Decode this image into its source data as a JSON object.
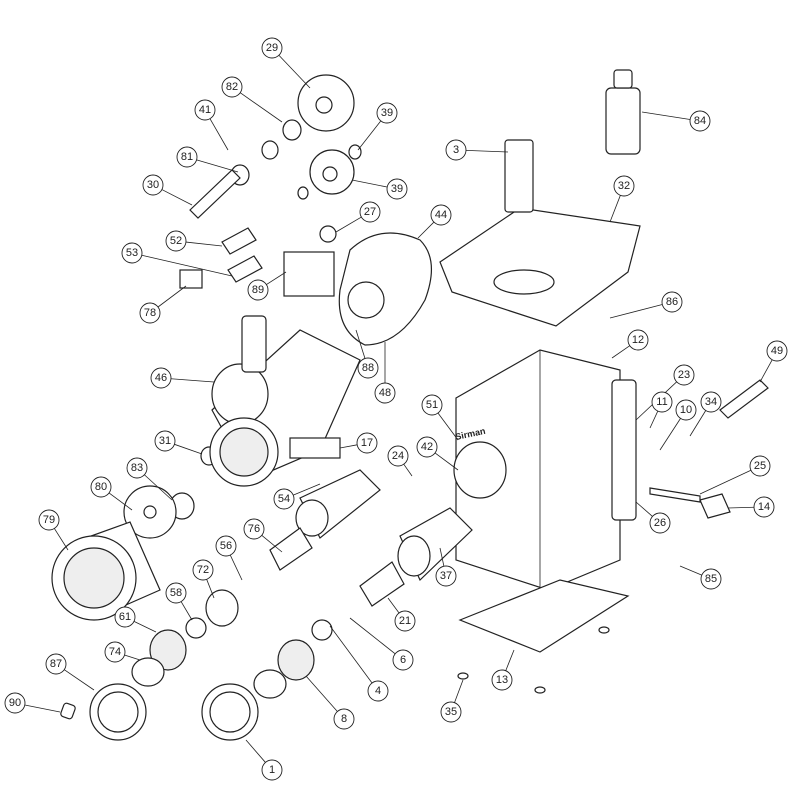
{
  "title": "Meat grinder exploded parts diagram",
  "brand_logo_text": "Sirman",
  "callouts": [
    "29",
    "82",
    "41",
    "39",
    "81",
    "3",
    "39",
    "30",
    "84",
    "32",
    "27",
    "44",
    "52",
    "53",
    "89",
    "78",
    "86",
    "12",
    "88",
    "46",
    "48",
    "49",
    "23",
    "11",
    "10",
    "34",
    "51",
    "31",
    "17",
    "42",
    "24",
    "25",
    "83",
    "80",
    "54",
    "14",
    "26",
    "79",
    "76",
    "56",
    "72",
    "37",
    "85",
    "58",
    "21",
    "61",
    "6",
    "74",
    "87",
    "4",
    "13",
    "35",
    "8",
    "90",
    "1"
  ]
}
